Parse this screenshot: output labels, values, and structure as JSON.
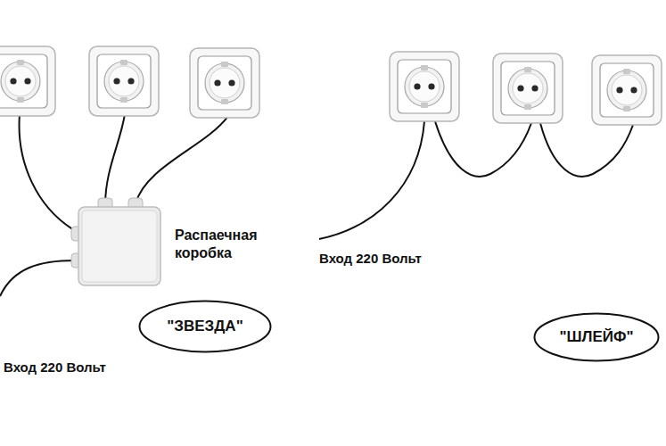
{
  "diagram": {
    "nodes": [
      {
        "text": [
          "Распаечная коробка"
        ]
      },
      {
        "text": [
          "\"ЗВЕЗДА\""
        ]
      },
      {
        "text": [
          "\"ШЛЕЙФ\""
        ]
      }
    ],
    "labels": [
      "Вход 220 Вольт",
      "Вход 220 Вольт"
    ]
  }
}
